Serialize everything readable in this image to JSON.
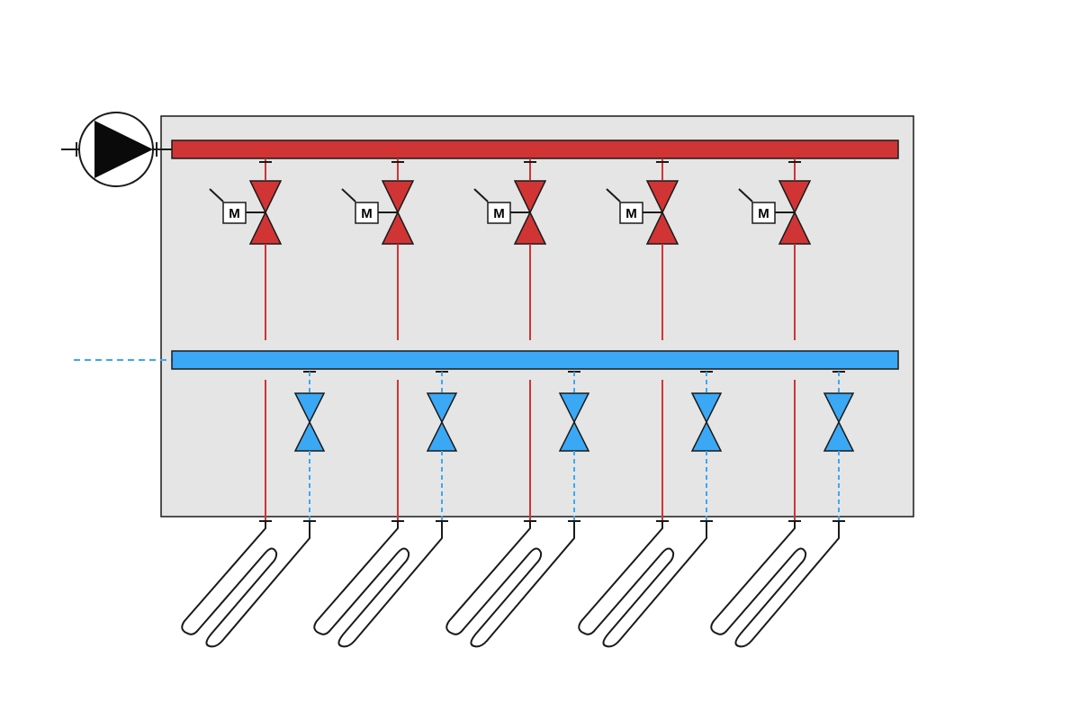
{
  "diagram": {
    "colors": {
      "background": "#ffffff",
      "panel_fill": "#e5e5e5",
      "supply": "#d13434",
      "return": "#3ba8f5",
      "outline": "#1a1a1a",
      "pump_fill": "#0a0a0a"
    },
    "pump": {
      "icon": "pump-icon"
    },
    "supply_manifest": {
      "icon": "supply-manifold"
    },
    "return_manifold": {
      "icon": "return-manifold"
    },
    "circuits": [
      {
        "actuator_label": "M"
      },
      {
        "actuator_label": "M"
      },
      {
        "actuator_label": "M"
      },
      {
        "actuator_label": "M"
      },
      {
        "actuator_label": "M"
      }
    ],
    "icons": {
      "supply_valve": "motorized-valve-icon",
      "return_valve": "balancing-valve-icon",
      "loop": "floor-heating-loop-icon"
    }
  }
}
